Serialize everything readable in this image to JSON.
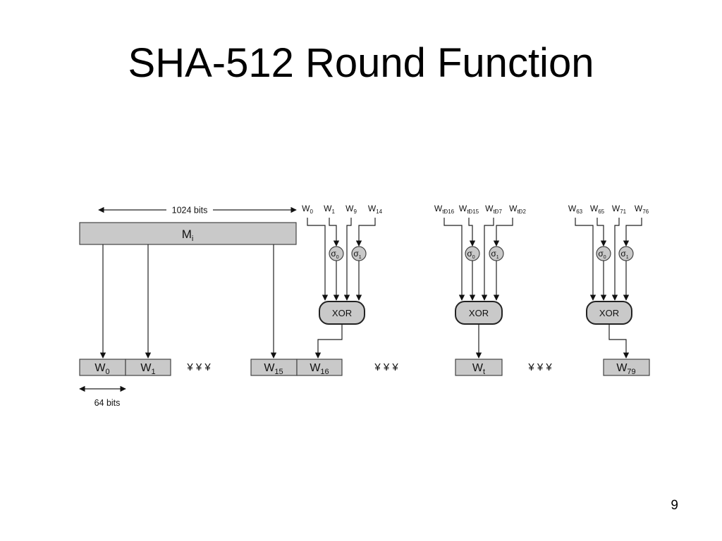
{
  "title": "SHA-512 Round Function",
  "page_number": "9",
  "message_block": {
    "label": "M",
    "sub": "i",
    "width_label": "1024 bits"
  },
  "word_width_label": "64 bits",
  "words": [
    {
      "base": "W",
      "sub": "0"
    },
    {
      "base": "W",
      "sub": "1"
    },
    {
      "base": "W",
      "sub": "15"
    },
    {
      "base": "W",
      "sub": "16"
    },
    {
      "base": "W",
      "sub": "t"
    },
    {
      "base": "W",
      "sub": "79"
    }
  ],
  "ellipsis": "¥ ¥ ¥",
  "xor_label": "XOR",
  "sigma": [
    {
      "base": "σ",
      "sub": "0"
    },
    {
      "base": "σ",
      "sub": "1"
    }
  ],
  "groups": [
    {
      "inputs": [
        {
          "base": "W",
          "sub": "0"
        },
        {
          "base": "W",
          "sub": "1"
        },
        {
          "base": "W",
          "sub": "9"
        },
        {
          "base": "W",
          "sub": "14"
        }
      ]
    },
    {
      "inputs": [
        {
          "base": "W",
          "sub": "tÐ16"
        },
        {
          "base": "W",
          "sub": "tÐ15"
        },
        {
          "base": "W",
          "sub": "tÐ7"
        },
        {
          "base": "W",
          "sub": "tÐ2"
        }
      ]
    },
    {
      "inputs": [
        {
          "base": "W",
          "sub": "63"
        },
        {
          "base": "W",
          "sub": "65"
        },
        {
          "base": "W",
          "sub": "71"
        },
        {
          "base": "W",
          "sub": "76"
        }
      ]
    }
  ]
}
